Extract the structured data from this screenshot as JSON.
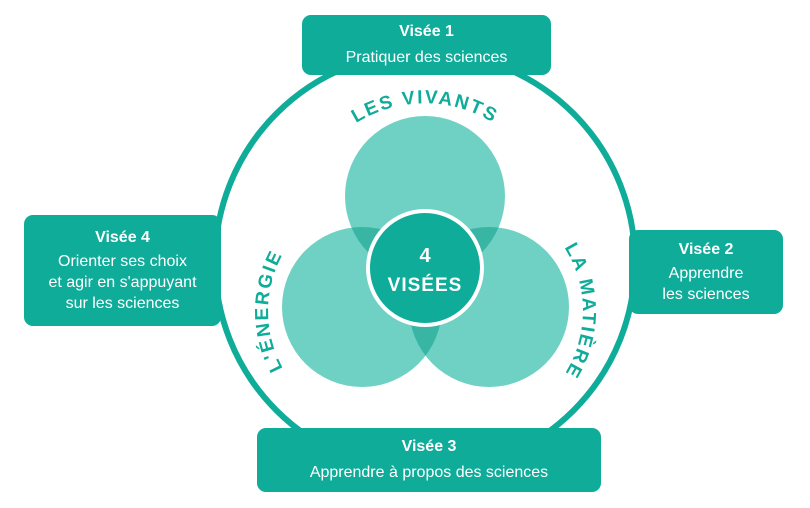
{
  "colors": {
    "primary": "#0fac9a",
    "circle_fill": "#6ed1c4",
    "overlap_fill": "#39b5a4",
    "center_fill": "#0fac9a",
    "text_on_primary": "#ffffff"
  },
  "center": {
    "line1": "4",
    "line2": "VISÉES"
  },
  "circles": {
    "top": "LES VIVANTS",
    "right": "LA MATIÈRE",
    "left": "L'ÉNERGIE"
  },
  "visees": [
    {
      "title": "Visée 1",
      "lines": [
        "Pratiquer des sciences"
      ]
    },
    {
      "title": "Visée 2",
      "lines": [
        "Apprendre",
        "les sciences"
      ]
    },
    {
      "title": "Visée 3",
      "lines": [
        "Apprendre à propos des sciences"
      ]
    },
    {
      "title": "Visée 4",
      "lines": [
        "Orienter ses choix",
        "et agir en s'appuyant",
        "sur les sciences"
      ]
    }
  ]
}
